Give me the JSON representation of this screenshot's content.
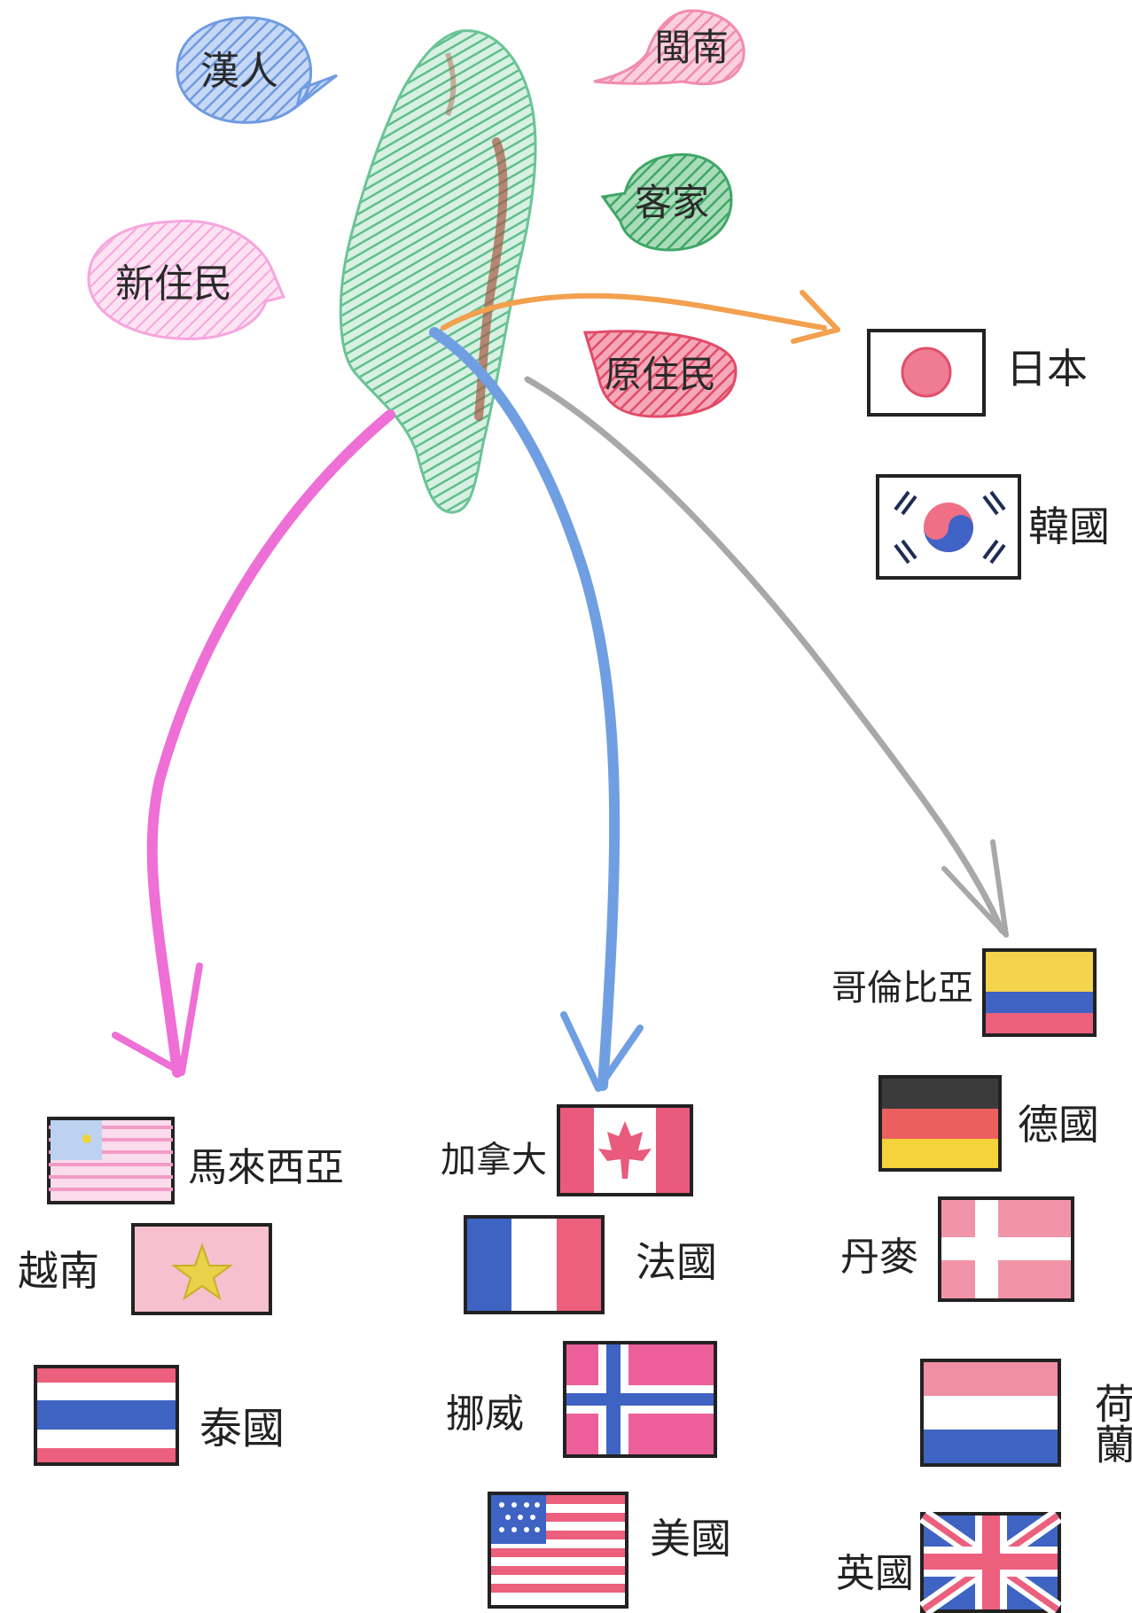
{
  "ethnic_groups": [
    {
      "label": "漢人",
      "color": "#6f9be0"
    },
    {
      "label": "閩南",
      "color": "#f08cb0"
    },
    {
      "label": "客家",
      "color": "#3fa766"
    },
    {
      "label": "新住民",
      "color": "#f6a6df"
    },
    {
      "label": "原住民",
      "color": "#e24c68"
    }
  ],
  "colors": {
    "taiwan_green": "#6bc496",
    "taiwan_brown": "#a45a45",
    "arrow_orange": "#f3a04f",
    "arrow_pink": "#ee6fd6",
    "arrow_blue": "#6f9fe2",
    "arrow_gray": "#a8a8a8"
  },
  "countries": {
    "japan": "日本",
    "korea": "韓國",
    "malaysia": "馬來西亞",
    "vietnam": "越南",
    "thailand": "泰國",
    "canada": "加拿大",
    "france": "法國",
    "norway": "挪威",
    "usa": "美國",
    "colombia": "哥倫比亞",
    "germany": "德國",
    "denmark": "丹麥",
    "netherlands": "荷蘭",
    "uk": "英國"
  }
}
